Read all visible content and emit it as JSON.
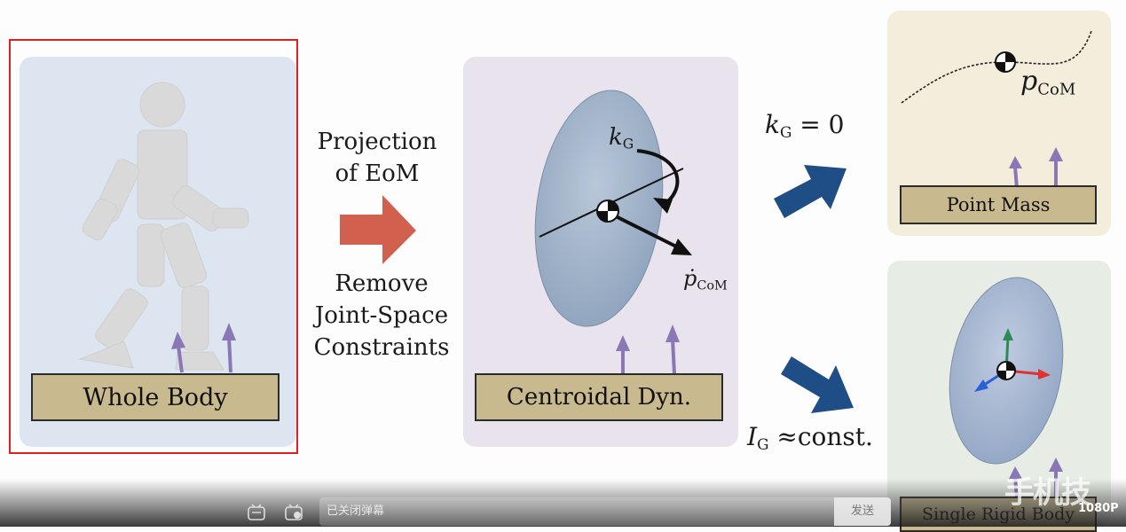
{
  "slide": {
    "whole_body_label": "Whole Body",
    "projection_line1": "Projection",
    "projection_line2": "of EoM",
    "remove_line1": "Remove",
    "remove_line2": "Joint-Space",
    "remove_line3": "Constraints",
    "centroidal_label": "Centroidal Dyn.",
    "k_g_var": "k",
    "k_g_sub": "G",
    "pdot_var": "ṗ",
    "pdot_sub": "CoM",
    "kg_zero_var": "k",
    "kg_zero_sub": "G",
    "kg_zero_rest": " = 0",
    "point_mass_label": "Point Mass",
    "p_com_var": "p",
    "p_com_sub": "CoM",
    "ig_var": "I",
    "ig_sub": "G",
    "ig_rest": " ≈const.",
    "rigid_body_label": "Single Rigid Body"
  },
  "colors": {
    "highlight_border": "#e0201c",
    "red_arrow": "#d2604f",
    "blue_arrow": "#1f4e86",
    "force_arrow": "#8a78b6",
    "label_fill": "#c8b98f"
  },
  "player": {
    "icon1": "danmaku-settings-icon",
    "icon2": "danmaku-toggle-icon",
    "input_placeholder": "已关闭弹幕",
    "send_label": "发送",
    "quality": "1080P",
    "watermark": "手机技"
  }
}
